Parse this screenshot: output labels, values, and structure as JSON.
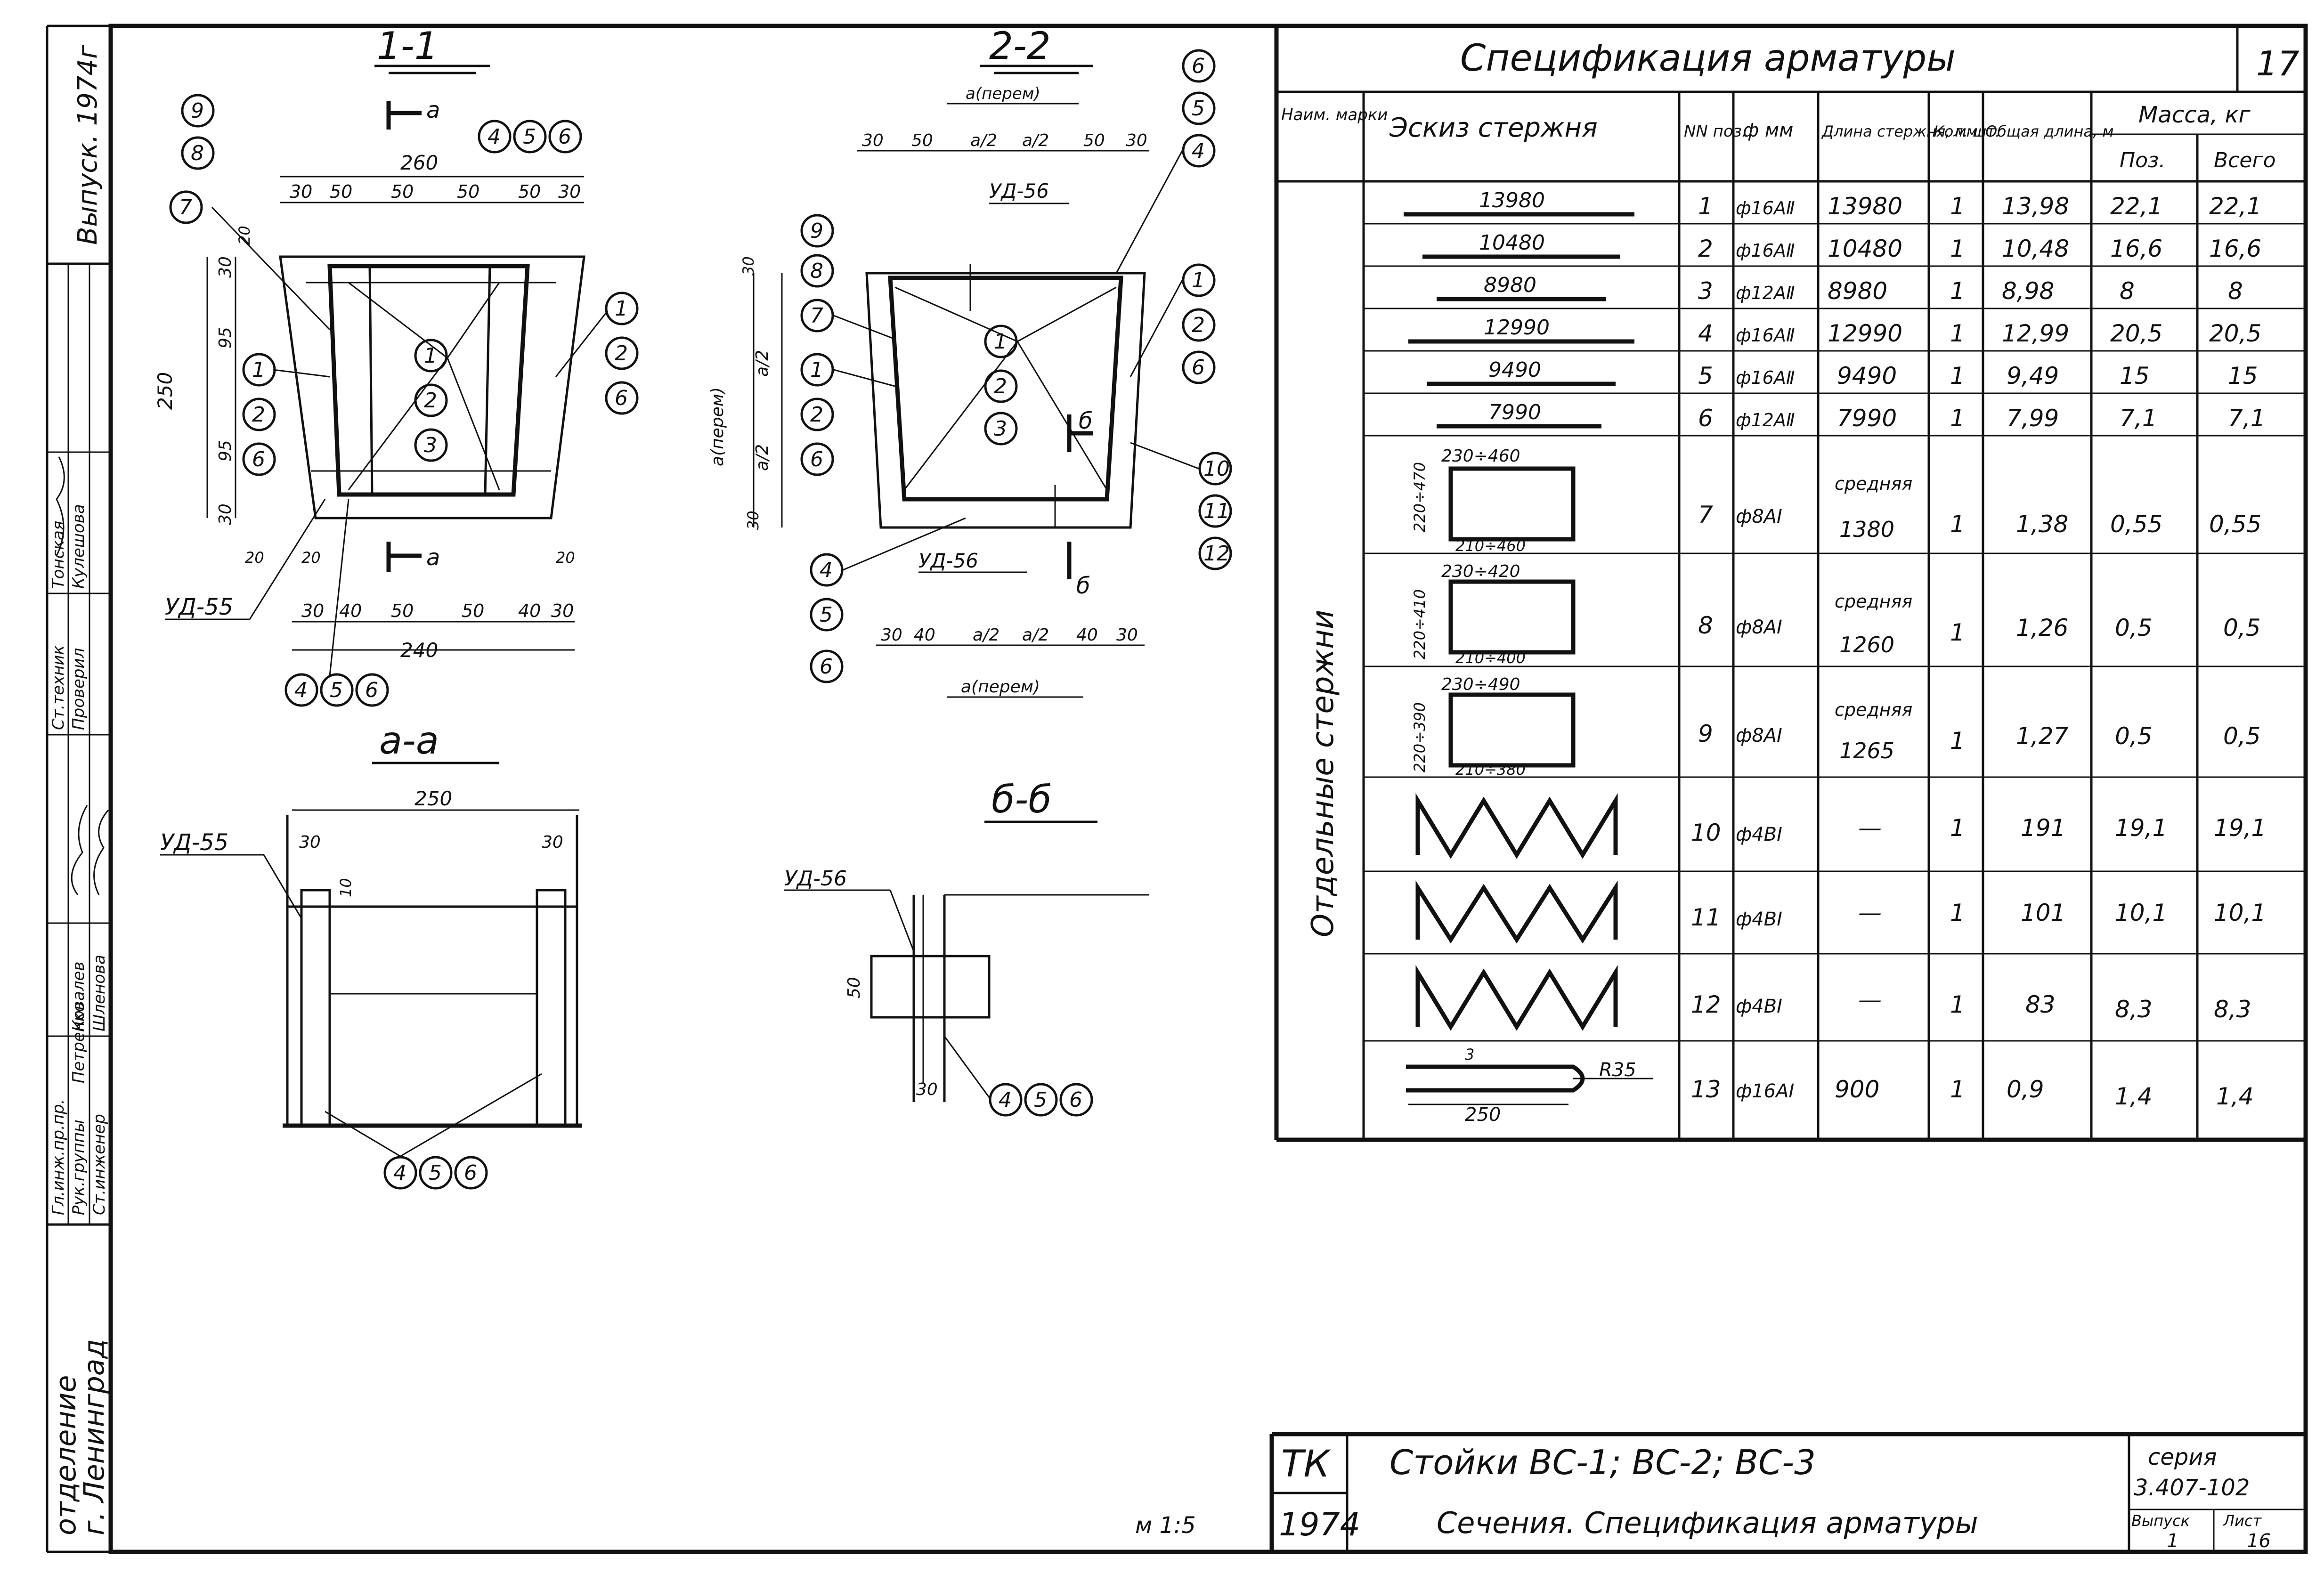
{
  "stamp_side": {
    "issue": "Выпуск. 1974г",
    "roles": [
      {
        "role": "Гл.инж.пр.пр.",
        "name": "Петренко"
      },
      {
        "role": "Рук.группы",
        "name": "Ковалев"
      },
      {
        "role": "Ст.инженер",
        "name": "Шленова"
      },
      {
        "role": "Ст.техник",
        "name": "Тонская"
      },
      {
        "role": "Проверил",
        "name": "Кулешова"
      }
    ],
    "org_line1": "отделение",
    "org_line2": "г. Ленинград"
  },
  "section_1": {
    "title": "1-1",
    "marker": "а",
    "callouts": [
      "9",
      "8",
      "7",
      "4",
      "5",
      "6",
      "1",
      "2",
      "6",
      "1",
      "2",
      "6",
      "1",
      "2",
      "3",
      "4",
      "5",
      "6"
    ],
    "dims": {
      "top_total": "260",
      "top_parts": [
        "30",
        "50",
        "50",
        "50",
        "50",
        "30"
      ],
      "height_total": "250",
      "height_parts": [
        "30",
        "95",
        "95",
        "30"
      ],
      "bottom_total": "240",
      "bottom_parts": [
        "30",
        "40",
        "50",
        "50",
        "40",
        "30"
      ],
      "side_small": [
        "20",
        "20",
        "20",
        "20"
      ]
    },
    "label": "УД-55"
  },
  "section_2": {
    "title": "2-2",
    "top_label": "а(перем)",
    "dims_top": [
      "30",
      "50",
      "а/2",
      "а/2",
      "50",
      "30"
    ],
    "side_label": "а(перем)",
    "side_parts": [
      "а/2",
      "а/2"
    ],
    "side_small": [
      "30",
      "30"
    ],
    "bottom_parts": [
      "30",
      "40",
      "а/2",
      "а/2",
      "40",
      "30"
    ],
    "bottom_label": "а(перем)",
    "labels": [
      "УД-56",
      "УД-56"
    ],
    "marker": "б",
    "callouts": [
      "6",
      "5",
      "4",
      "9",
      "8",
      "7",
      "1",
      "2",
      "6",
      "1",
      "2",
      "3",
      "1",
      "2",
      "6",
      "10",
      "11",
      "12",
      "4",
      "5",
      "6"
    ]
  },
  "section_aa": {
    "title": "а-а",
    "label": "УД-55",
    "dims": [
      "250",
      "30",
      "30",
      "10"
    ],
    "callouts": [
      "4",
      "5",
      "6"
    ]
  },
  "section_bb": {
    "title": "б-б",
    "label": "УД-56",
    "dims": [
      "50",
      "30"
    ],
    "callouts": [
      "4",
      "5",
      "6"
    ]
  },
  "spec": {
    "title": "Спецификация арматуры",
    "sheet_no": "17",
    "headers": {
      "mark": "Наим. марки",
      "sketch": "Эскиз стержня",
      "pos": "NN поз.",
      "diam": "ф мм",
      "length": "Длина стержня, мм",
      "qty": "Кол. шт.",
      "total": "Общая длина, м",
      "mass": "Масса, кг",
      "mass_pos": "Поз.",
      "mass_all": "Всего"
    },
    "group_label": "Отдельные стержни",
    "rows": [
      {
        "sketch": "13980",
        "pos": "1",
        "diam": "ф16АⅡ",
        "length": "13980",
        "qty": "1",
        "total": "13,98",
        "mass_pos": "22,1",
        "mass_all": "22,1"
      },
      {
        "sketch": "10480",
        "pos": "2",
        "diam": "ф16АⅡ",
        "length": "10480",
        "qty": "1",
        "total": "10,48",
        "mass_pos": "16,6",
        "mass_all": "16,6"
      },
      {
        "sketch": "8980",
        "pos": "3",
        "diam": "ф12АⅡ",
        "length": "8980",
        "qty": "1",
        "total": "8,98",
        "mass_pos": "8",
        "mass_all": "8"
      },
      {
        "sketch": "12990",
        "pos": "4",
        "diam": "ф16АⅡ",
        "length": "12990",
        "qty": "1",
        "total": "12,99",
        "mass_pos": "20,5",
        "mass_all": "20,5"
      },
      {
        "sketch": "9490",
        "pos": "5",
        "diam": "ф16АⅡ",
        "length": "9490",
        "qty": "1",
        "total": "9,49",
        "mass_pos": "15",
        "mass_all": "15"
      },
      {
        "sketch": "7990",
        "pos": "6",
        "diam": "ф12АⅡ",
        "length": "7990",
        "qty": "1",
        "total": "7,99",
        "mass_pos": "7,1",
        "mass_all": "7,1"
      },
      {
        "sketch_top": "230÷460",
        "sketch_side": "220÷470",
        "sketch_bot": "210÷460",
        "pos": "7",
        "diam": "ф8АI",
        "length_label": "средняя",
        "length": "1380",
        "qty": "1",
        "total": "1,38",
        "mass_pos": "0,55",
        "mass_all": "0,55"
      },
      {
        "sketch_top": "230÷420",
        "sketch_side": "220÷410",
        "sketch_bot": "210÷400",
        "pos": "8",
        "diam": "ф8АI",
        "length_label": "средняя",
        "length": "1260",
        "qty": "1",
        "total": "1,26",
        "mass_pos": "0,5",
        "mass_all": "0,5"
      },
      {
        "sketch_top": "230÷490",
        "sketch_side": "220÷390",
        "sketch_bot": "210÷380",
        "pos": "9",
        "diam": "ф8АI",
        "length_label": "средняя",
        "length": "1265",
        "qty": "1",
        "total": "1,27",
        "mass_pos": "0,5",
        "mass_all": "0,5"
      },
      {
        "pos": "10",
        "diam": "ф4ВI",
        "length": "—",
        "qty": "1",
        "total": "191",
        "mass_pos": "19,1",
        "mass_all": "19,1"
      },
      {
        "pos": "11",
        "diam": "ф4ВI",
        "length": "—",
        "qty": "1",
        "total": "101",
        "mass_pos": "10,1",
        "mass_all": "10,1"
      },
      {
        "pos": "12",
        "diam": "ф4ВI",
        "length": "—",
        "qty": "1",
        "total": "83",
        "mass_pos": "8,3",
        "mass_all": "8,3"
      },
      {
        "sketch_len": "250",
        "sketch_r": "R35",
        "sketch_small": "3",
        "pos": "13",
        "diam": "ф16АI",
        "length": "900",
        "qty": "1",
        "total": "0,9",
        "mass_pos": "1,4",
        "mass_all": "1,4"
      }
    ]
  },
  "scale": "м 1:5",
  "title_block": {
    "org": "ТК",
    "year": "1974",
    "line1": "Стойки ВС-1; ВС-2; ВС-3",
    "line2": "Сечения. Спецификация арматуры",
    "series_label": "серия",
    "series": "3.407-102",
    "issue_label": "Выпуск",
    "issue": "1",
    "sheet_label": "Лист",
    "sheet": "16"
  }
}
